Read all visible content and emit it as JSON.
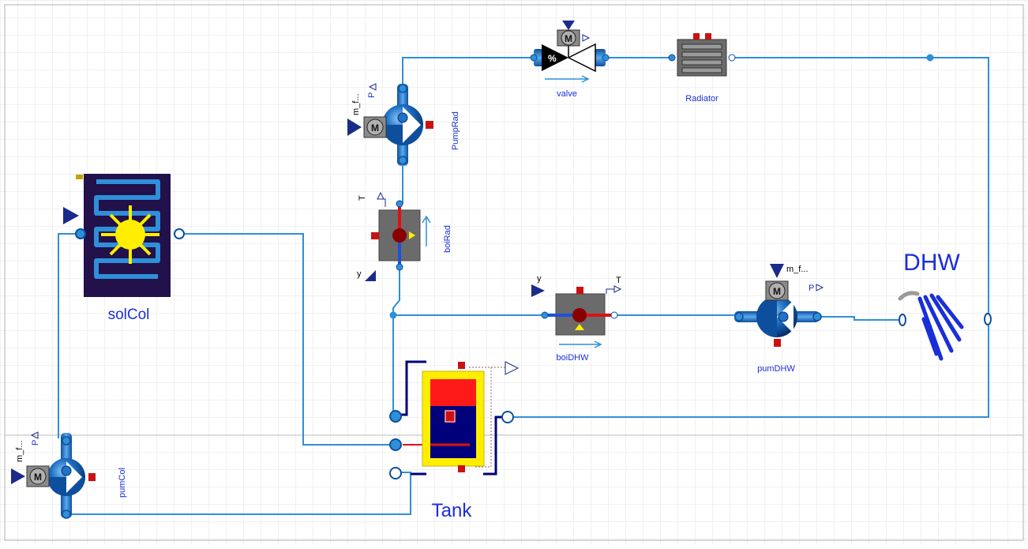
{
  "labels": {
    "solcol": "solCol",
    "pumpcol": "pumCol",
    "tank": "Tank",
    "pumprad": "PumpRad",
    "boirad": "boiRad",
    "valve": "valve",
    "radiator": "Radiator",
    "boidhw": "boiDHW",
    "pumdhw": "pumDHW",
    "dhw": "DHW"
  },
  "pins": {
    "m_flow_short": "m_f...",
    "m_flow_dhw": "m_f...",
    "p": "P",
    "t": "T",
    "y": "y",
    "motor": "M",
    "percent": "%"
  },
  "colors": {
    "wire": "#2f8fd8",
    "pipe_blue": "#1e73c8",
    "grid": "#e3e3e3",
    "label": "#1a2fd8",
    "tank_yellow": "#ffee00",
    "tank_red": "#ff1a1a",
    "tank_navy": "#00007a",
    "collector_bg": "#22114a",
    "sun": "#ffee00",
    "component_gray": "#6b6b6b",
    "hot_red": "#e01010"
  }
}
